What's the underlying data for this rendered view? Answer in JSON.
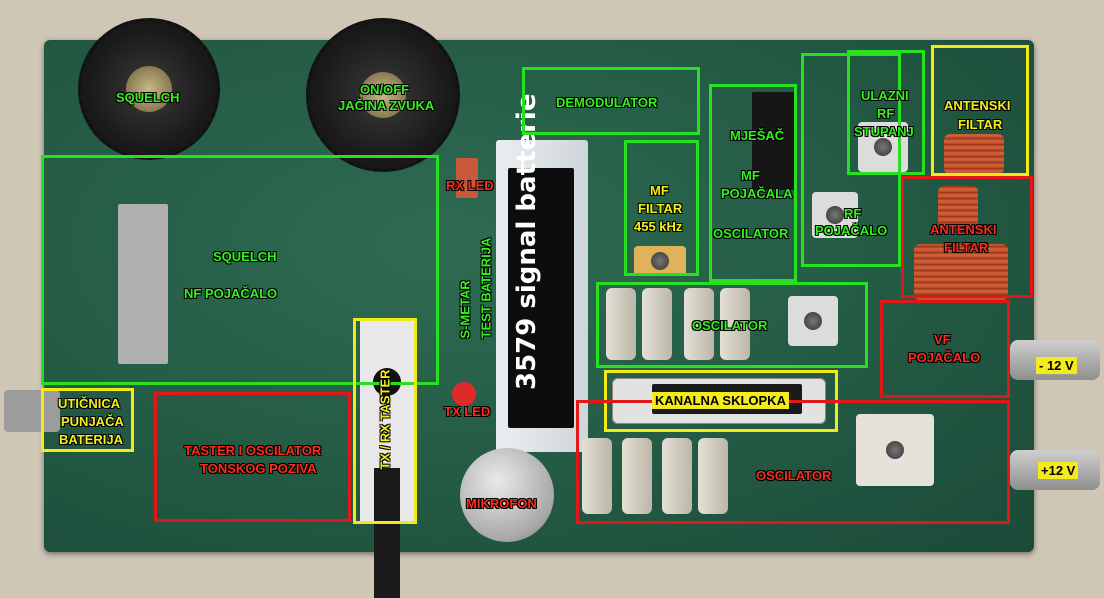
{
  "labels": {
    "squelch_knob": "SQUELCH",
    "onoff_line1": "ON/OFF",
    "onoff_line2": "JAČINA ZVUKA",
    "demodulator": "DEMODULATOR",
    "mjesac": "MJEŠAČ",
    "mf_pojacala_line1": "MF",
    "mf_pojacala_line2": "POJAČALA",
    "oscilator_ic": "OSCILATOR",
    "mf_filtar_line1": "MF",
    "mf_filtar_line2": "FILTAR",
    "mf_filtar_line3": "455 kHz",
    "ulazni_line1": "ULAZNI",
    "ulazni_line2": "RF",
    "ulazni_line3": "STUPANJ",
    "antenski_top_line1": "ANTENSKI",
    "antenski_top_line2": "FILTAR",
    "antenski_red_line1": "ANTENSKI",
    "antenski_red_line2": "FILTAR",
    "rf_pojacalo_line1": "RF",
    "rf_pojacalo_line2": "POJAČALO",
    "rx_led": "RX LED",
    "tx_led": "TX LED",
    "squelch_nf_line1": "SQUELCH",
    "squelch_nf_line2": "NF POJAČALO",
    "smetar_line1": "S-METAR",
    "smetar_line2": "TEST BATERIJA",
    "oscilator_crystals": "OSCILATOR",
    "vf_pojacalo_line1": "VF",
    "vf_pojacalo_line2": "POJAČALO",
    "minus12": "- 12 V",
    "plus12": "+12 V",
    "kanalna_sklopka": "KANALNA SKLOPKA",
    "uticnica_line1": "UTIČNICA",
    "uticnica_line2": "PUNJAČA",
    "uticnica_line3": "BATERIJA",
    "taster_line1": "TASTER I OSCILATOR",
    "taster_line2": "TONSKOG POZIVA",
    "tx_rx_taster": "TX / RX TASTER",
    "mikrofon": "MIKROFON",
    "oscilator_bottom": "OSCILATOR"
  },
  "meter": {
    "text": "3579 signal batterie"
  },
  "colors": {
    "green_box": "#27e01f",
    "red_box": "#e01818",
    "yellow_box": "#f2ea18",
    "board": "#235a44"
  }
}
